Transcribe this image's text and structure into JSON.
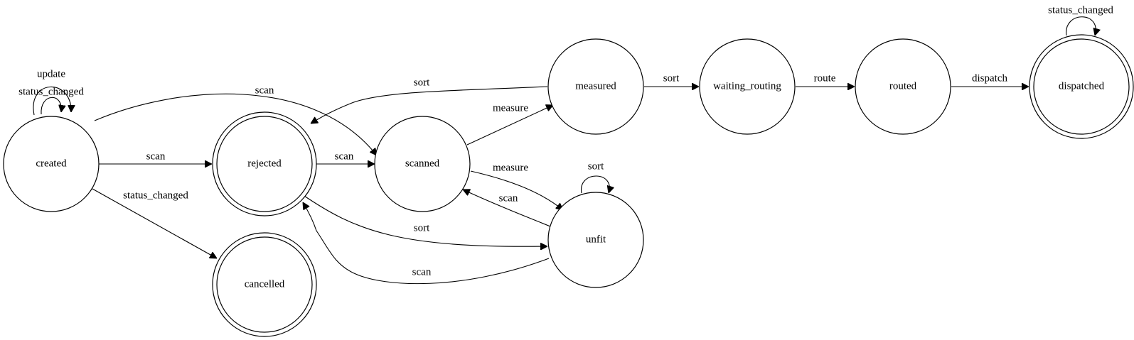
{
  "diagram": {
    "nodes": [
      {
        "id": "created",
        "label": "created",
        "final": false
      },
      {
        "id": "rejected",
        "label": "rejected",
        "final": true
      },
      {
        "id": "scanned",
        "label": "scanned",
        "final": false
      },
      {
        "id": "cancelled",
        "label": "cancelled",
        "final": true
      },
      {
        "id": "measured",
        "label": "measured",
        "final": false
      },
      {
        "id": "unfit",
        "label": "unfit",
        "final": false
      },
      {
        "id": "waiting_routing",
        "label": "waiting_routing",
        "final": false
      },
      {
        "id": "routed",
        "label": "routed",
        "final": false
      },
      {
        "id": "dispatched",
        "label": "dispatched",
        "final": true
      }
    ],
    "edges": [
      {
        "id": "e1",
        "from": "created",
        "to": "created",
        "label": "update"
      },
      {
        "id": "e2",
        "from": "created",
        "to": "created",
        "label": "status_changed"
      },
      {
        "id": "e3",
        "from": "created",
        "to": "scanned",
        "label": "scan"
      },
      {
        "id": "e4",
        "from": "created",
        "to": "rejected",
        "label": "scan"
      },
      {
        "id": "e5",
        "from": "created",
        "to": "cancelled",
        "label": "status_changed"
      },
      {
        "id": "e6",
        "from": "rejected",
        "to": "scanned",
        "label": "scan"
      },
      {
        "id": "e7",
        "from": "rejected",
        "to": "unfit",
        "label": "sort"
      },
      {
        "id": "e8",
        "from": "unfit",
        "to": "rejected",
        "label": "scan"
      },
      {
        "id": "e9",
        "from": "measured",
        "to": "rejected",
        "label": "sort"
      },
      {
        "id": "e10",
        "from": "scanned",
        "to": "measured",
        "label": "measure"
      },
      {
        "id": "e11",
        "from": "scanned",
        "to": "unfit",
        "label": "measure"
      },
      {
        "id": "e12",
        "from": "unfit",
        "to": "scanned",
        "label": "scan"
      },
      {
        "id": "e13",
        "from": "unfit",
        "to": "unfit",
        "label": "sort"
      },
      {
        "id": "e14",
        "from": "measured",
        "to": "waiting_routing",
        "label": "sort"
      },
      {
        "id": "e15",
        "from": "waiting_routing",
        "to": "routed",
        "label": "route"
      },
      {
        "id": "e16",
        "from": "routed",
        "to": "dispatched",
        "label": "dispatch"
      },
      {
        "id": "e17",
        "from": "dispatched",
        "to": "dispatched",
        "label": "status_changed"
      }
    ]
  }
}
